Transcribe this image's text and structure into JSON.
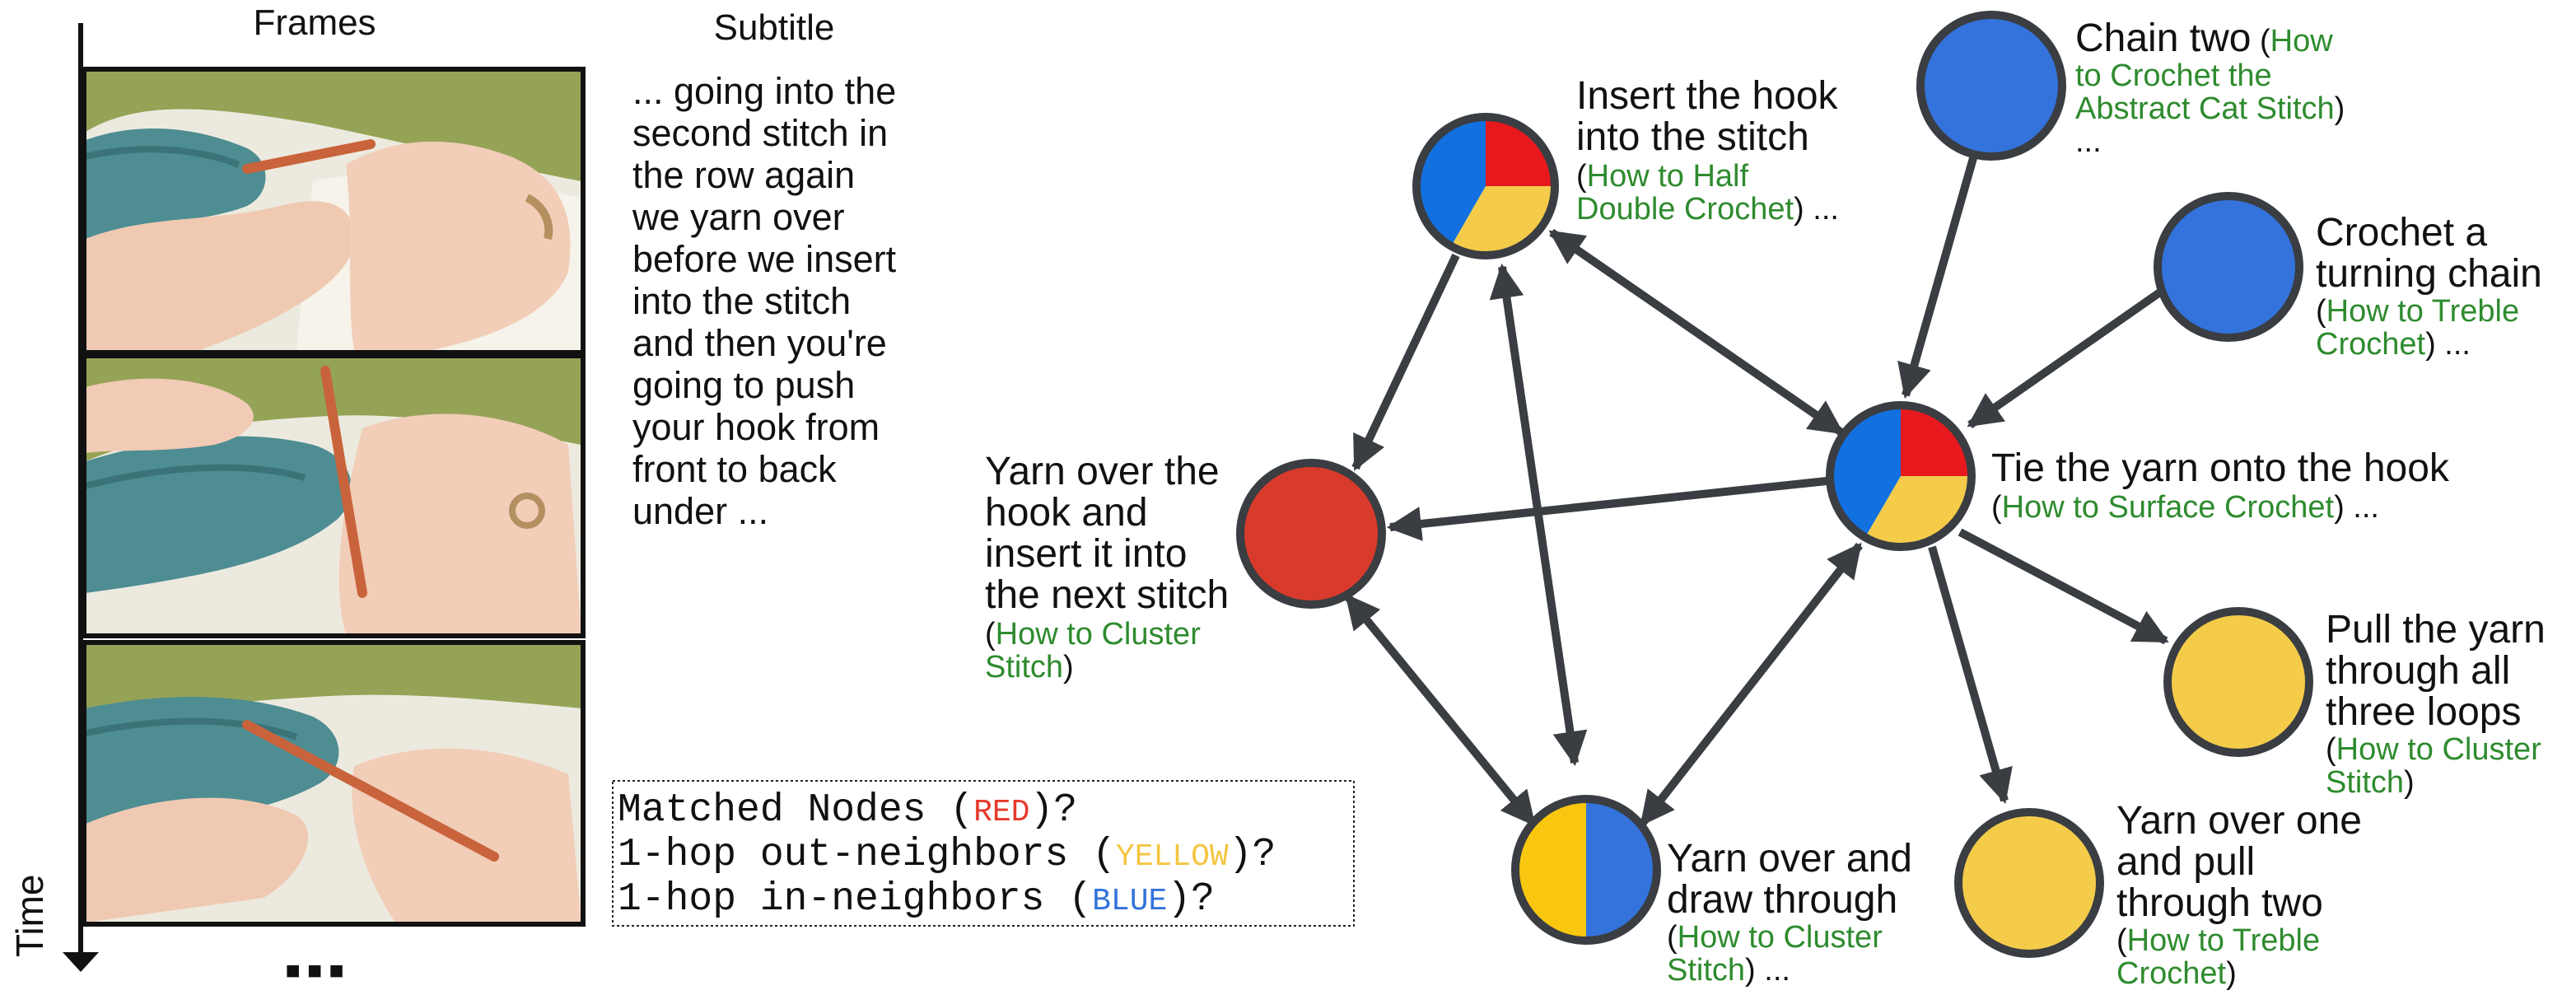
{
  "frames_header": "Frames",
  "subtitle_header": "Subtitle",
  "time_label": "Time",
  "ellipsis": "■ ■ ■",
  "frames": [
    {
      "description": "hands crocheting teal yarn, frame 1"
    },
    {
      "description": "hands crocheting teal yarn, frame 2"
    },
    {
      "description": "hands crocheting teal yarn, frame 3"
    }
  ],
  "subtitle_lines": [
    "... going into the",
    "second stitch in",
    "the row again",
    "we yarn over",
    "before we insert",
    "into the stitch",
    "and then you're",
    "going to push",
    "your hook from",
    "front to back",
    "under ..."
  ],
  "query": {
    "line1_prefix": "Matched Nodes (",
    "line1_color_word": "RED",
    "line1_suffix": ")?",
    "line2_prefix": "1-hop out-neighbors (",
    "line2_color_word": "YELLOW",
    "line2_suffix": ")?",
    "line3_prefix": "1-hop in-neighbors (",
    "line3_color_word": "BLUE",
    "line3_suffix": ")?"
  },
  "colors": {
    "red": "#d83a2b",
    "red_bright": "#e8191c",
    "yellow": "#f4cc4a",
    "yellow_dark": "#f9c70f",
    "blue": "#3373db",
    "blue_bright": "#1270e0",
    "edge": "#3a3d42",
    "link_green": "#2e8b2e",
    "query_red": "#e53a2b",
    "query_yellow": "#f4c542",
    "query_blue": "#3373db"
  },
  "nodes": {
    "insert_hook": {
      "title_lines": [
        "Insert the hook",
        "into the stitch"
      ],
      "source_lines": [
        "How to Half",
        "Double Crochet"
      ]
    },
    "chain_two": {
      "title_lines": [
        "Chain two"
      ],
      "source_lines": [
        "How",
        "to Crochet the",
        "Abstract Cat Stitch"
      ]
    },
    "turning_chain": {
      "title_lines": [
        "Crochet a",
        "turning chain"
      ],
      "source_lines": [
        "How to Treble",
        "Crochet"
      ]
    },
    "yarn_over_hook": {
      "title_lines": [
        "Yarn over the",
        "hook and",
        "insert it into",
        "the next stitch"
      ],
      "source_lines": [
        "How to Cluster",
        "Stitch"
      ]
    },
    "tie_yarn": {
      "title_lines": [
        "Tie the yarn onto the hook"
      ],
      "source_lines": [
        "How to Surface Crochet"
      ]
    },
    "pull_yarn": {
      "title_lines": [
        "Pull the yarn",
        "through all",
        "three loops"
      ],
      "source_lines": [
        "How to Cluster",
        "Stitch"
      ]
    },
    "yarn_over_one": {
      "title_lines": [
        "Yarn over one",
        "and pull",
        "through two"
      ],
      "source_lines": [
        "How to Treble",
        "Crochet"
      ]
    },
    "draw_through": {
      "title_lines": [
        "Yarn over and",
        "draw through"
      ],
      "source_lines": [
        "How to Cluster",
        "Stitch"
      ]
    }
  }
}
